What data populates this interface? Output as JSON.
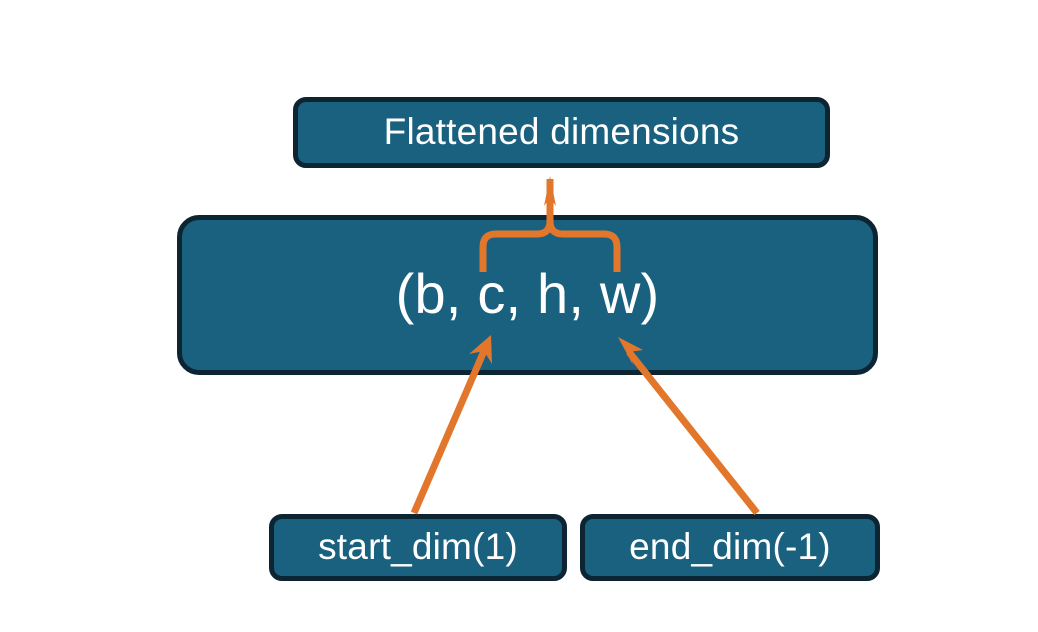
{
  "diagram": {
    "title": "Flatten dimensions diagram",
    "background_color": "#ffffff",
    "node_fill_color": "#19617f",
    "node_border_color": "#0d2433",
    "node_text_color": "#ffffff",
    "connector_color": "#e2762b",
    "nodes": {
      "flattened": {
        "label": "Flattened dimensions"
      },
      "shape": {
        "label": "(b, c, h, w)"
      },
      "start_dim": {
        "label": "start_dim(1)"
      },
      "end_dim": {
        "label": "end_dim(-1)"
      }
    },
    "connectors": {
      "brace": {
        "name": "curly-brace",
        "from": "shape",
        "to": "flattened",
        "spans_tokens": "c, h, w"
      },
      "start_dim_arrow": {
        "name": "start-dim-arrow",
        "from": "start_dim",
        "to": "shape",
        "points_at_token": "c"
      },
      "end_dim_arrow": {
        "name": "end-dim-arrow",
        "from": "end_dim",
        "to": "shape",
        "points_at_token": "w"
      }
    }
  }
}
